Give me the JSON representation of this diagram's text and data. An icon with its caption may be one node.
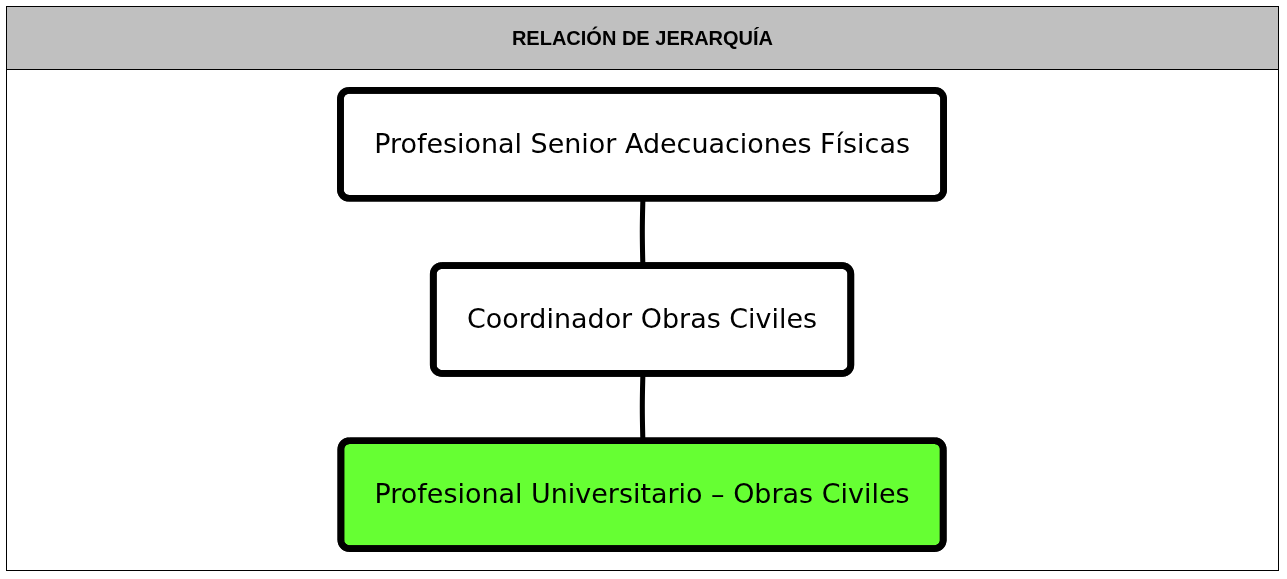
{
  "diagram": {
    "title": "RELACIÓN DE JERARQUÍA",
    "nodes": [
      {
        "text": [
          "Profesional Senior Adecuaciones Físicas"
        ]
      },
      {
        "text": [
          "Coordinador Obras Civiles"
        ]
      },
      {
        "text": [
          "Profesional Universitario – Obras Civiles"
        ]
      }
    ],
    "edges": [
      {
        "from": 0,
        "to": 1,
        "arrow": "none"
      },
      {
        "from": 1,
        "to": 2,
        "arrow": "none"
      }
    ]
  }
}
